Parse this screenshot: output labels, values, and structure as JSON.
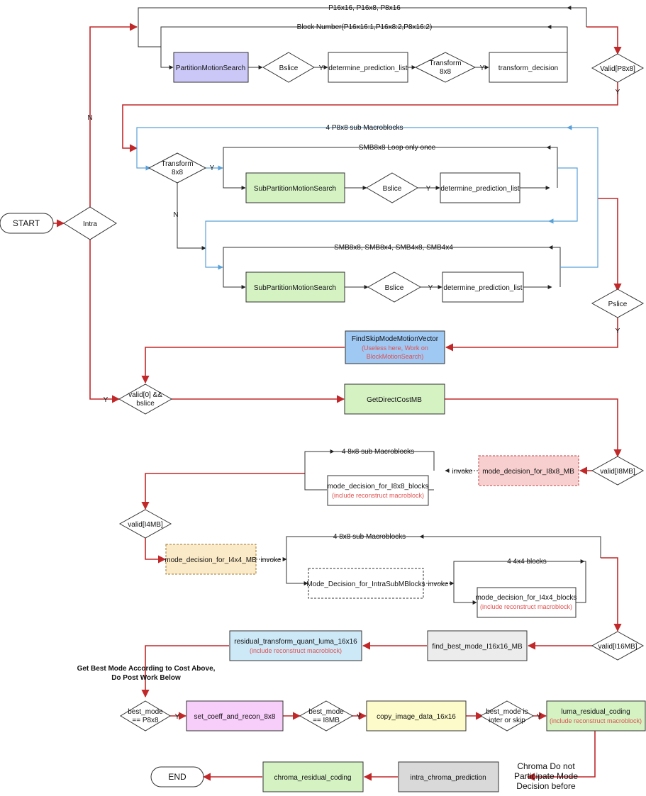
{
  "colors": {
    "red": "#c0282a",
    "blue": "#5aa0d8",
    "black": "#333333",
    "purple_fill": "#cbc8f7",
    "green_fill": "#d5f2c3",
    "blue_fill": "#9fc8f3",
    "pink_fill": "#f8cfcf",
    "orange_fill": "#fbeac7",
    "magenta_fill": "#f7cdfa",
    "yellow_fill": "#fdfbc9",
    "cyan_fill": "#cde9f8",
    "grey_fill": "#ececec",
    "darkgrey_fill": "#d9d9d9"
  },
  "terminals": {
    "start": "START",
    "end": "END"
  },
  "decisions": {
    "intra": "Intra",
    "bslice_1": "Bslice",
    "transform8x8_top_1": "Transform",
    "transform8x8_top_2": "8x8",
    "valid_p8x8": "Valid[P8x8]",
    "transform8x8_mid_1": "Transform",
    "transform8x8_mid_2": "8x8",
    "bslice_2": "Bslice",
    "bslice_3": "Bslice",
    "pslice": "Pslice",
    "valid0_1": "valid[0] &&",
    "valid0_2": "bslice",
    "valid_i8mb": "valid[I8MB]",
    "valid_i4mb": "valid[I4MB]",
    "valid_i16mb": "valid[I16MB]",
    "best_p8x8_1": "best_mode",
    "best_p8x8_2": "== P8x8",
    "best_i8mb_1": "best_mode",
    "best_i8mb_2": "== I8MB",
    "best_inter_1": "best_mode is",
    "best_inter_2": "inter or skip"
  },
  "processes": {
    "partition_motion_search": "PartitionMotionSearch",
    "determine_prediction_list_1": "determine_prediction_list",
    "transform_decision": "transform_decision",
    "sub_partition_1": "SubPartitionMotionSearch",
    "determine_prediction_list_2": "determine_prediction_list",
    "sub_partition_2": "SubPartitionMotionSearch",
    "determine_prediction_list_3": "determine_prediction_list",
    "find_skip_title": "FindSkipModeMotionVector",
    "find_skip_note_1": "(Useless here, Work on",
    "find_skip_note_2": "BlockMotionSearch)",
    "get_direct_cost": "GetDirectCostMB",
    "mode_i8x8_mb": "mode_decision_for_I8x8_MB",
    "mode_i8x8_blocks": "mode_decision_for_I8x8_blocks",
    "mode_i8x8_blocks_note": "(include reconstruct macroblock)",
    "mode_i4x4_mb": "mode_decision_for_I4x4_MB",
    "mode_intra_sub": "Mode_Decision_for_IntraSubMBlocks",
    "mode_i4x4_blocks": "mode_decision_for_I4x4_blocks",
    "mode_i4x4_blocks_note": "(include reconstruct macroblock)",
    "find_best_i16": "find_best_mode_I16x16_MB",
    "residual_luma16": "residual_transform_quant_luma_16x16",
    "residual_luma16_note": "(include reconstruct macroblock)",
    "set_coeff": "set_coeff_and_recon_8x8",
    "copy_image": "copy_image_data_16x16",
    "luma_residual": "luma_residual_coding",
    "luma_residual_note": "(include reconstruct macroblock)",
    "intra_chroma": "intra_chroma_prediction",
    "chroma_residual": "chroma_residual_coding"
  },
  "labels": {
    "loop_p16": "P16x16, P16x8, P8x16",
    "loop_block_number": "Block Number(P16x16:1,P16x8:2,P8x16:2)",
    "loop_4p8x8": "4 P8x8 sub Macroblocks",
    "loop_smb8x8": "SMB8x8   Loop only once",
    "loop_smb_all": "SMB8x8, SMB8x4, SMB4x8, SMB4x4",
    "loop_8x8_sub_1": "4 8x8 sub Macroblocks",
    "loop_8x8_sub_2": "4 8x8 sub Macroblocks",
    "loop_4x4": "4 4x4 blocks",
    "invoke_1": "invoke",
    "invoke_2": "invoke",
    "invoke_3": "invoke",
    "n_intra": "N",
    "n_transform": "N",
    "y": "Y",
    "get_best_1": "Get Best Mode According to Cost Above,",
    "get_best_2": "Do Post Work Below",
    "chroma_note_1": "Chroma Do not",
    "chroma_note_2": "Participate Mode",
    "chroma_note_3": "Decision before"
  }
}
